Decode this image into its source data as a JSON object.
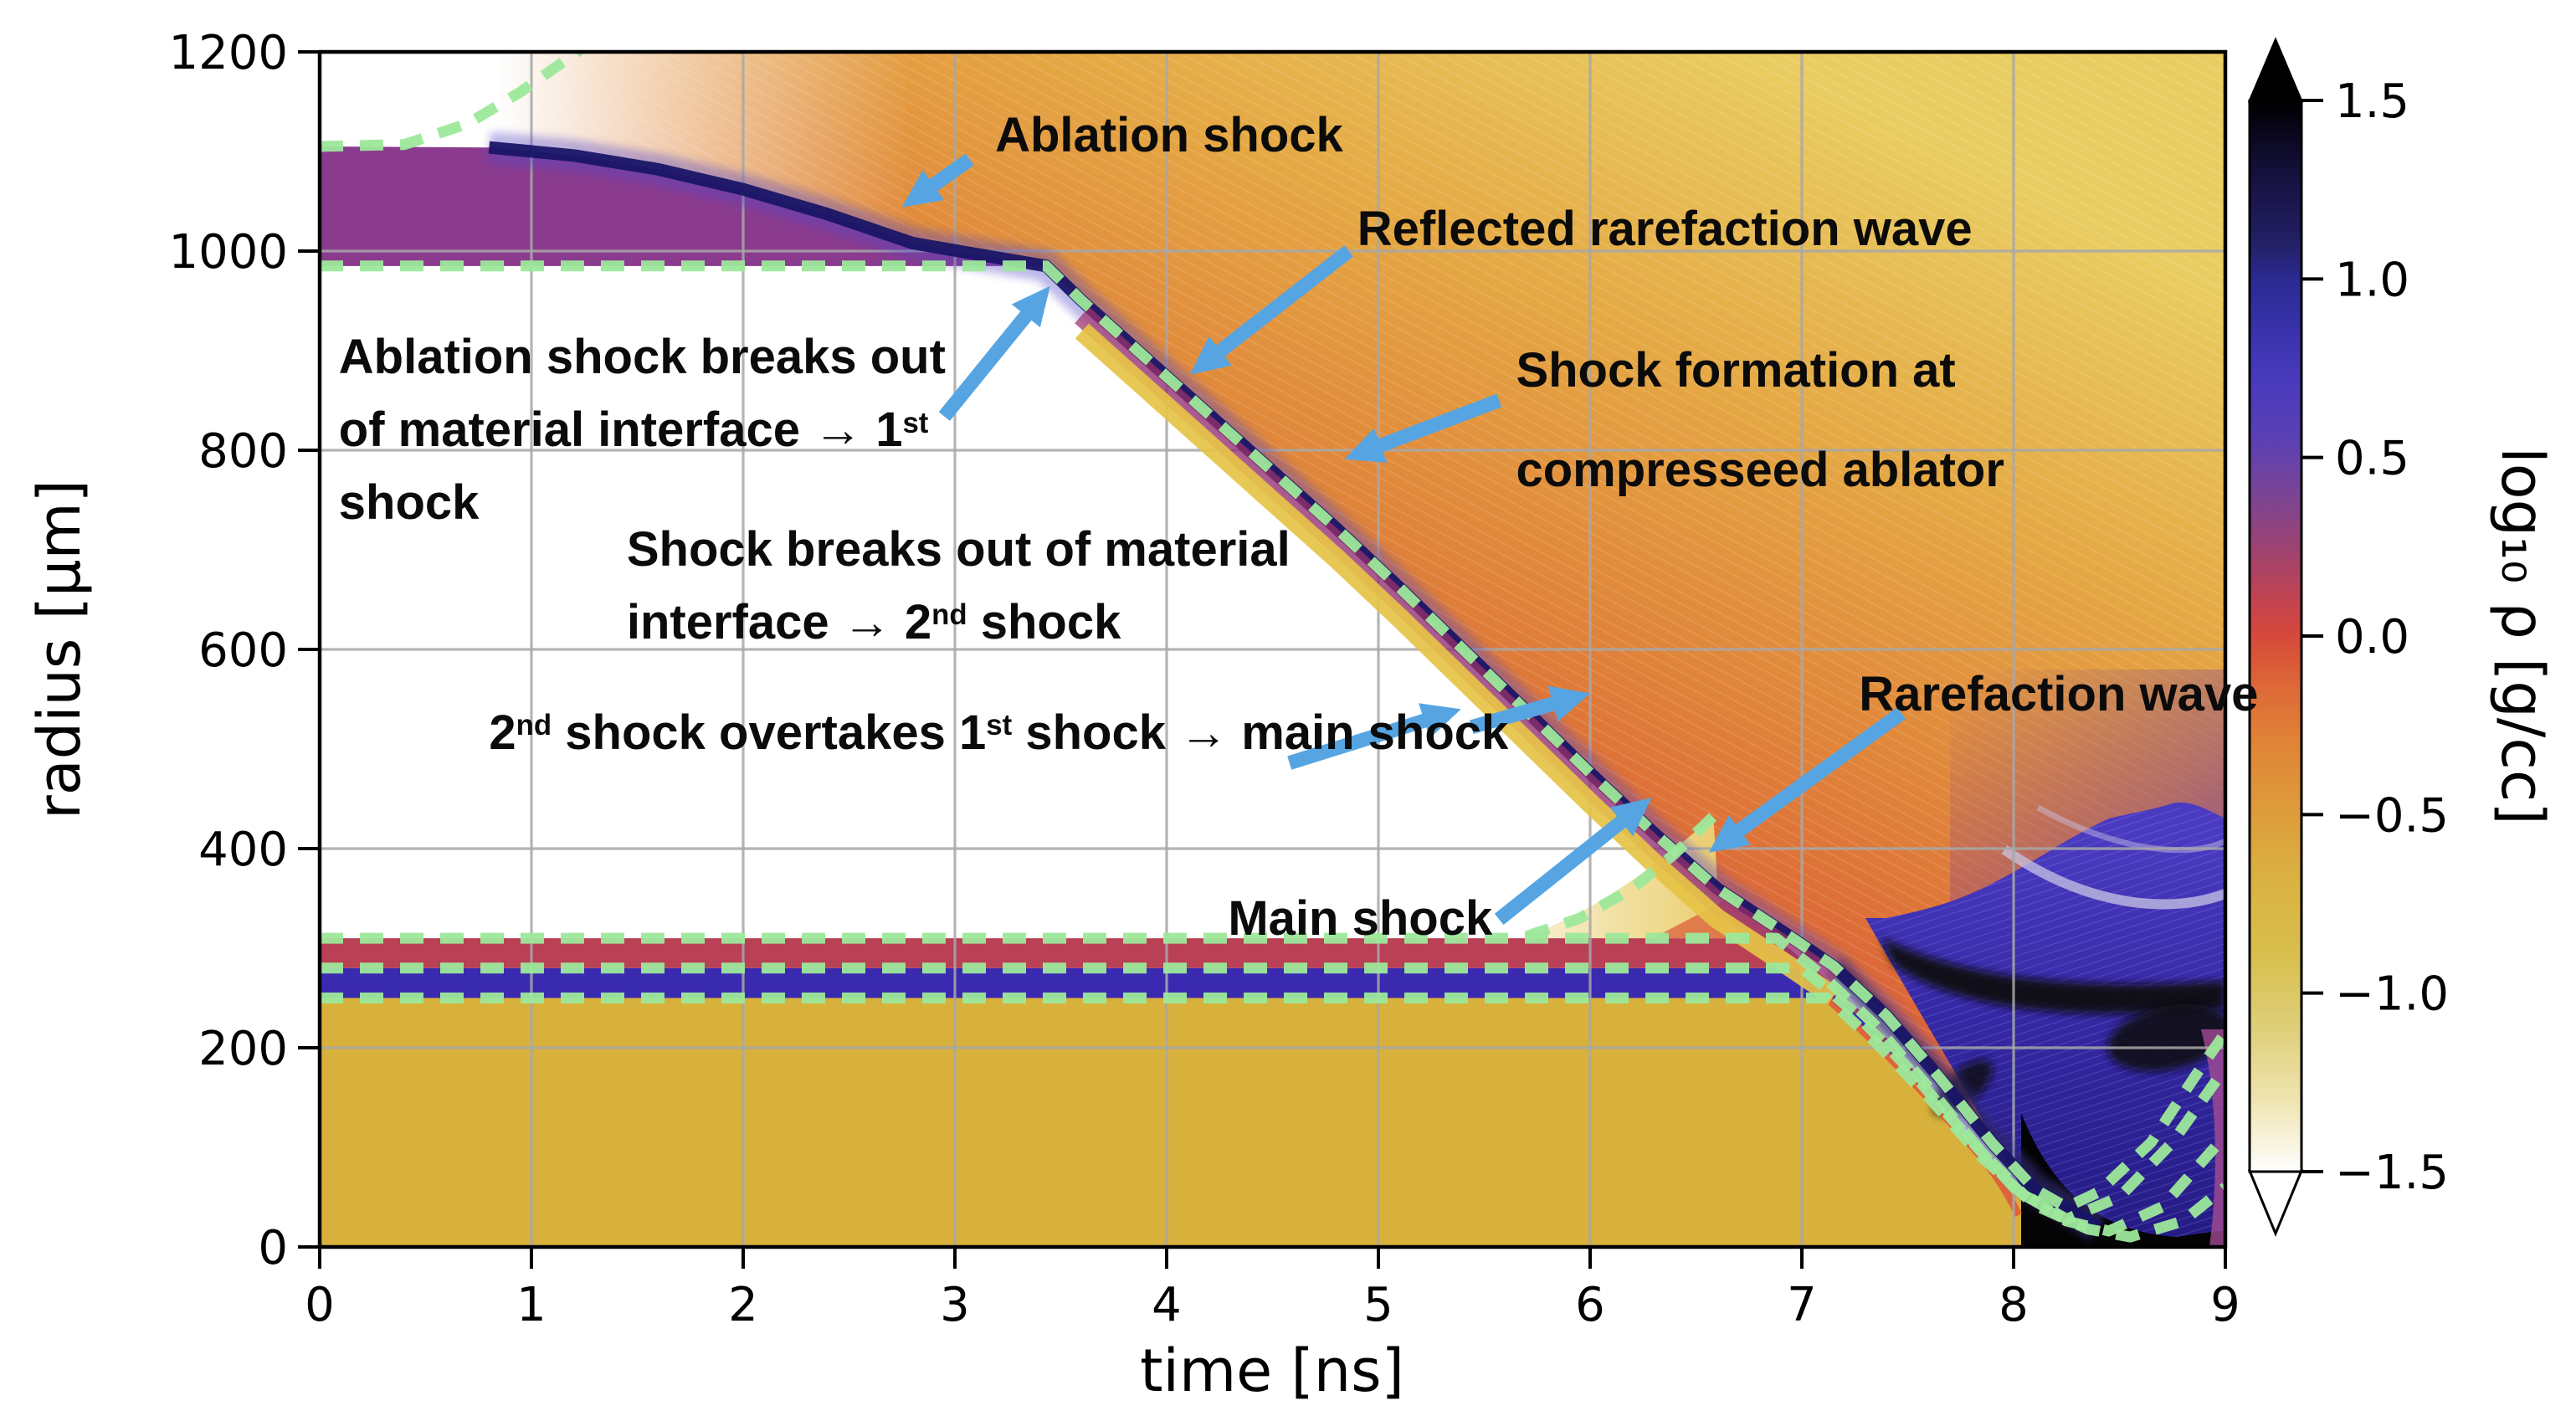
{
  "chart_data": {
    "type": "heatmap",
    "title": "",
    "xlabel": "time [ns]",
    "ylabel": "radius [μm]",
    "xlim": [
      0,
      9
    ],
    "ylim": [
      0,
      1200
    ],
    "xticks": [
      0,
      1,
      2,
      3,
      4,
      5,
      6,
      7,
      8,
      9
    ],
    "yticks": [
      0,
      200,
      400,
      600,
      800,
      1000,
      1200
    ],
    "grid": true,
    "colorbar": {
      "label": "log₁₀ ρ [g/cc]",
      "vmin": -1.5,
      "vmax": 1.5,
      "extend": "both",
      "ticks": [
        "1.5",
        "1.0",
        "0.5",
        "0.0",
        "−0.5",
        "−1.0",
        "−1.5"
      ],
      "gradient": [
        [
          1.5,
          "#000000"
        ],
        [
          1.3,
          "#14103c"
        ],
        [
          1.1,
          "#232066"
        ],
        [
          1.0,
          "#2b2a92"
        ],
        [
          0.85,
          "#3a33ad"
        ],
        [
          0.7,
          "#4b3bbd"
        ],
        [
          0.55,
          "#5b40b4"
        ],
        [
          0.4,
          "#7a4496"
        ],
        [
          0.25,
          "#9c4372"
        ],
        [
          0.1,
          "#c24350"
        ],
        [
          0.0,
          "#d6493b"
        ],
        [
          -0.15,
          "#de6a37"
        ],
        [
          -0.3,
          "#e08437"
        ],
        [
          -0.5,
          "#dd9d3b"
        ],
        [
          -0.7,
          "#dab343"
        ],
        [
          -0.9,
          "#d8bf4e"
        ],
        [
          -1.1,
          "#decf7a"
        ],
        [
          -1.3,
          "#efe4b0"
        ],
        [
          -1.5,
          "#ffffff"
        ]
      ]
    },
    "materials_t0": [
      {
        "name": "ablator shell (purple)",
        "r_range": [
          985,
          1105
        ]
      },
      {
        "name": "vacuum / low-density interior (white, below -1.5)",
        "r_range": [
          310,
          985
        ]
      },
      {
        "name": "interface layer (red)",
        "r_range": [
          280,
          310
        ]
      },
      {
        "name": "interface layer (blue)",
        "r_range": [
          250,
          280
        ]
      },
      {
        "name": "inner fill (gold)",
        "r_range": [
          0,
          250
        ]
      }
    ],
    "shock_front": {
      "name": "ablation shock → main shock front",
      "color": "#191566",
      "points": [
        [
          0,
          1105
        ],
        [
          0.8,
          1104
        ],
        [
          1.2,
          1096
        ],
        [
          1.6,
          1082
        ],
        [
          2.0,
          1062
        ],
        [
          2.4,
          1037
        ],
        [
          2.8,
          1008
        ],
        [
          3.1,
          997
        ],
        [
          3.43,
          985
        ],
        [
          3.6,
          950
        ],
        [
          3.9,
          893
        ],
        [
          4.2,
          836
        ],
        [
          4.5,
          779
        ],
        [
          4.8,
          722
        ],
        [
          5.1,
          662
        ],
        [
          5.4,
          600
        ],
        [
          5.7,
          538
        ],
        [
          6.0,
          476
        ],
        [
          6.3,
          416
        ],
        [
          6.6,
          360
        ],
        [
          6.9,
          318
        ],
        [
          7.15,
          282
        ],
        [
          7.4,
          232
        ],
        [
          7.65,
          170
        ],
        [
          7.9,
          104
        ],
        [
          8.1,
          58
        ],
        [
          8.25,
          40
        ]
      ]
    },
    "interfaces": {
      "dash_color": "#9de89b",
      "curves": [
        {
          "name": "ablator-outer-surface",
          "points": [
            [
              0,
              1105
            ],
            [
              0.4,
              1107
            ],
            [
              0.7,
              1128
            ],
            [
              0.95,
              1160
            ],
            [
              1.15,
              1190
            ],
            [
              1.27,
              1208
            ]
          ]
        },
        {
          "name": "ablator-inner-interface-then-shock",
          "points": [
            [
              0,
              985
            ],
            [
              3.43,
              985
            ],
            [
              3.6,
              950
            ],
            [
              3.9,
              893
            ],
            [
              4.2,
              836
            ],
            [
              4.5,
              779
            ],
            [
              4.8,
              722
            ],
            [
              5.1,
              662
            ],
            [
              5.4,
              600
            ],
            [
              5.7,
              538
            ],
            [
              6.0,
              476
            ],
            [
              6.3,
              416
            ],
            [
              6.6,
              360
            ],
            [
              6.9,
              318
            ],
            [
              7.15,
              282
            ],
            [
              7.4,
              232
            ],
            [
              7.65,
              170
            ],
            [
              7.9,
              104
            ],
            [
              8.1,
              58
            ],
            [
              8.25,
              40
            ],
            [
              8.4,
              55
            ],
            [
              8.65,
              105
            ],
            [
              8.9,
              185
            ],
            [
              9.0,
              215
            ]
          ]
        },
        {
          "name": "interface-310um",
          "points": [
            [
              0,
              310
            ],
            [
              6.88,
              310
            ],
            [
              7.1,
              272
            ],
            [
              7.35,
              222
            ],
            [
              7.6,
              160
            ],
            [
              7.85,
              95
            ],
            [
              8.05,
              52
            ],
            [
              8.25,
              28
            ],
            [
              8.5,
              50
            ],
            [
              8.75,
              105
            ],
            [
              9.0,
              180
            ]
          ]
        },
        {
          "name": "interface-280um",
          "points": [
            [
              0,
              280
            ],
            [
              7.0,
              280
            ],
            [
              7.25,
              235
            ],
            [
              7.5,
              180
            ],
            [
              7.75,
              118
            ],
            [
              8.0,
              60
            ],
            [
              8.25,
              26
            ],
            [
              8.45,
              16
            ],
            [
              8.7,
              40
            ],
            [
              9.0,
              112
            ]
          ]
        },
        {
          "name": "interface-250um",
          "points": [
            [
              0,
              250
            ],
            [
              7.12,
              250
            ],
            [
              7.35,
              205
            ],
            [
              7.6,
              150
            ],
            [
              7.85,
              90
            ],
            [
              8.1,
              42
            ],
            [
              8.35,
              18
            ],
            [
              8.55,
              10
            ],
            [
              8.8,
              26
            ],
            [
              9.0,
              60
            ]
          ]
        },
        {
          "name": "shocked-foam-fan-edge",
          "points": [
            [
              5.7,
              312
            ],
            [
              5.95,
              330
            ],
            [
              6.2,
              360
            ],
            [
              6.4,
              395
            ],
            [
              6.58,
              432
            ]
          ]
        }
      ]
    },
    "annotation_style": {
      "text_color": "#0b0b0b",
      "arrow_color": "#56a5e2",
      "font_px": 58
    },
    "annotations": [
      {
        "id": "ablation-shock",
        "pos": [
          3.19,
          1153
        ],
        "lh": 1.5,
        "lines": [
          [
            {
              "t": "Ablation shock"
            }
          ]
        ],
        "arrow": [
          [
            3.07,
            1092
          ],
          [
            2.75,
            1044
          ]
        ]
      },
      {
        "id": "reflected-rarefaction-wave",
        "pos": [
          4.9,
          1059
        ],
        "lh": 1.5,
        "lines": [
          [
            {
              "t": "Reflected rarefaction wave"
            }
          ]
        ],
        "arrow": [
          [
            4.86,
            1000
          ],
          [
            4.11,
            876
          ]
        ]
      },
      {
        "id": "shock-formation-at-compressed-ablator",
        "pos": [
          5.65,
          929
        ],
        "lh": 2.05,
        "lines": [
          [
            {
              "t": "Shock formation at"
            }
          ],
          [
            {
              "t": "compresseed ablator"
            }
          ]
        ],
        "arrow": [
          [
            5.57,
            850
          ],
          [
            4.84,
            791
          ]
        ]
      },
      {
        "id": "first-shock-breakout",
        "pos": [
          0.09,
          930
        ],
        "lh": 1.5,
        "lines": [
          [
            {
              "t": "Ablation shock breaks out"
            }
          ],
          [
            {
              "t": "of material interface → 1"
            },
            {
              "t": "st",
              "sup": true
            }
          ],
          [
            {
              "t": "shock"
            }
          ]
        ],
        "arrow": [
          [
            2.95,
            834
          ],
          [
            3.45,
            965
          ]
        ]
      },
      {
        "id": "second-shock-breakout",
        "pos": [
          1.45,
          737
        ],
        "lh": 1.5,
        "lines": [
          [
            {
              "t": "Shock breaks out of material"
            }
          ],
          [
            {
              "t": "interface → 2"
            },
            {
              "t": "nd",
              "sup": true
            },
            {
              "t": " shock"
            }
          ]
        ],
        "arrow": [
          [
            4.58,
            486
          ],
          [
            5.39,
            540
          ]
        ]
      },
      {
        "id": "main-shock-formed",
        "pos": [
          0.8,
          553
        ],
        "lh": 1.5,
        "lines": [
          [
            {
              "t": "2"
            },
            {
              "t": "nd",
              "sup": true
            },
            {
              "t": " shock overtakes 1"
            },
            {
              "t": "st",
              "sup": true
            },
            {
              "t": " shock → main shock"
            }
          ]
        ],
        "arrow": [
          [
            5.44,
            522
          ],
          [
            6.0,
            556
          ]
        ]
      },
      {
        "id": "rarefaction-wave",
        "pos": [
          7.27,
          592
        ],
        "lh": 1.5,
        "lines": [
          [
            {
              "t": "Rarefaction wave"
            }
          ]
        ],
        "arrow": [
          [
            7.47,
            536
          ],
          [
            6.56,
            396
          ]
        ]
      },
      {
        "id": "main-shock",
        "pos": [
          4.29,
          366
        ],
        "lh": 1.5,
        "lines": [
          [
            {
              "t": "Main shock"
            }
          ]
        ],
        "arrow": [
          [
            5.57,
            329
          ],
          [
            6.29,
            451
          ]
        ]
      }
    ]
  }
}
